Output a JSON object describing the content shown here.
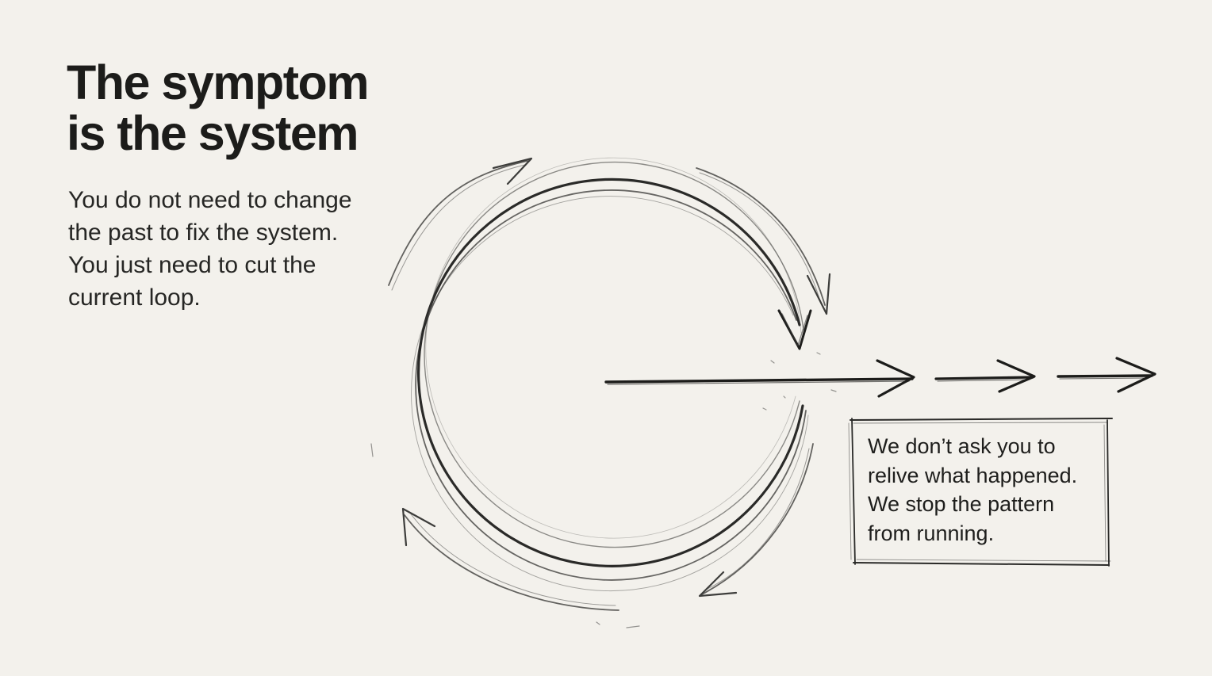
{
  "heading": {
    "line1": "The symptom",
    "line2": "is the system"
  },
  "intro": {
    "line1": "You do not need to change",
    "line2": "the past to fix the system.",
    "line3": "You just need to cut the",
    "line4": "current loop."
  },
  "callout": {
    "line1": "We don’t ask you to",
    "line2": "relive what happened.",
    "line3": "We stop the pattern",
    "line4": "from running."
  },
  "colors": {
    "background": "#f3f1ec",
    "ink": "#1c1c1a",
    "pencil": "#3a3a38"
  }
}
